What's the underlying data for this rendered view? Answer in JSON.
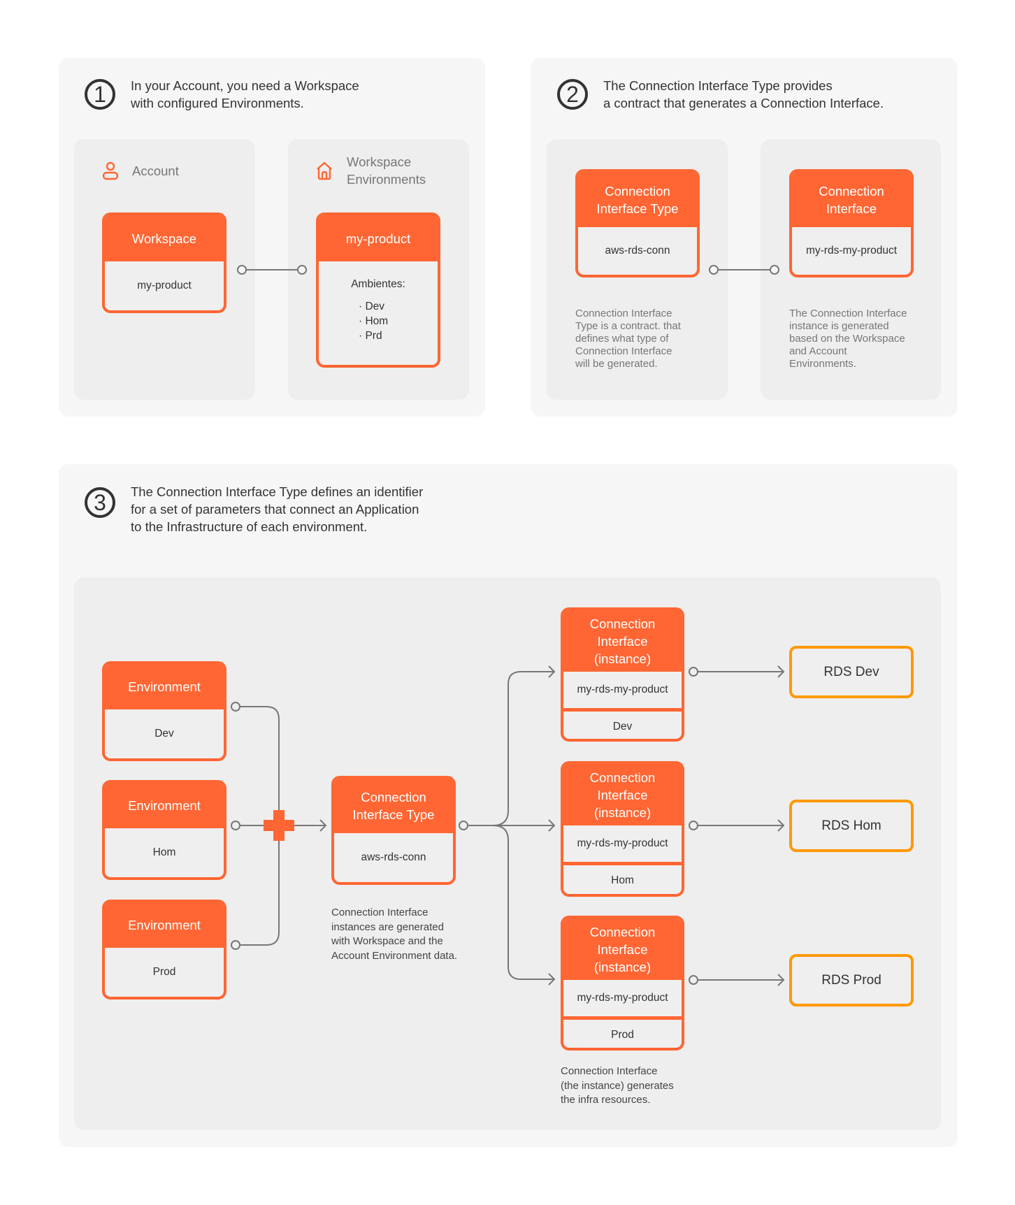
{
  "colors": {
    "accent": "#ff6633",
    "resource": "#ff9900",
    "connector": "#777777",
    "panel": "#f6f6f6",
    "card": "#eeeeee"
  },
  "step1": {
    "number": "1",
    "heading": "In your Account, you need a Workspace\nwith configured Environments.",
    "account_card": {
      "icon": "user-icon",
      "label": "Account",
      "box": {
        "title": "Workspace",
        "value": "my-product"
      }
    },
    "workspace_card": {
      "icon": "home-icon",
      "label": "Workspace\nEnvironments",
      "box": {
        "title": "my-product",
        "subtitle": "Ambientes:",
        "items": [
          "· Dev",
          "· Hom",
          "· Prd"
        ]
      }
    }
  },
  "step2": {
    "number": "2",
    "heading": "The Connection Interface Type provides\na contract that generates a Connection Interface.",
    "type_card": {
      "box": {
        "title": "Connection\nInterface Type",
        "value": "aws-rds-conn"
      },
      "description": "Connection Interface\nType is a contract. that\ndefines what type of\nConnection Interface\nwill be generated."
    },
    "interface_card": {
      "box": {
        "title": "Connection\nInterface",
        "value": "my-rds-my-product"
      },
      "description": "The Connection Interface\ninstance is generated\nbased on the Workspace\nand Account\nEnvironments."
    }
  },
  "step3": {
    "number": "3",
    "heading": "The Connection Interface Type defines an identifier\nfor a set of parameters that connect an Application\nto the Infrastructure of each environment.",
    "environments": [
      {
        "title": "Environment",
        "value": "Dev"
      },
      {
        "title": "Environment",
        "value": "Hom"
      },
      {
        "title": "Environment",
        "value": "Prod"
      }
    ],
    "type_box": {
      "title": "Connection\nInterface Type",
      "value": "aws-rds-conn"
    },
    "type_description": "Connection Interface\ninstances are generated\nwith Workspace and the\nAccount Environment data.",
    "instances": [
      {
        "title": "Connection\nInterface\n(instance)",
        "name": "my-rds-my-product",
        "env": "Dev",
        "resource": "RDS Dev"
      },
      {
        "title": "Connection\nInterface\n(instance)",
        "name": "my-rds-my-product",
        "env": "Hom",
        "resource": "RDS Hom"
      },
      {
        "title": "Connection\nInterface\n(instance)",
        "name": "my-rds-my-product",
        "env": "Prod",
        "resource": "RDS Prod"
      }
    ],
    "instance_description": "Connection Interface\n(the instance) generates\nthe infra resources."
  }
}
